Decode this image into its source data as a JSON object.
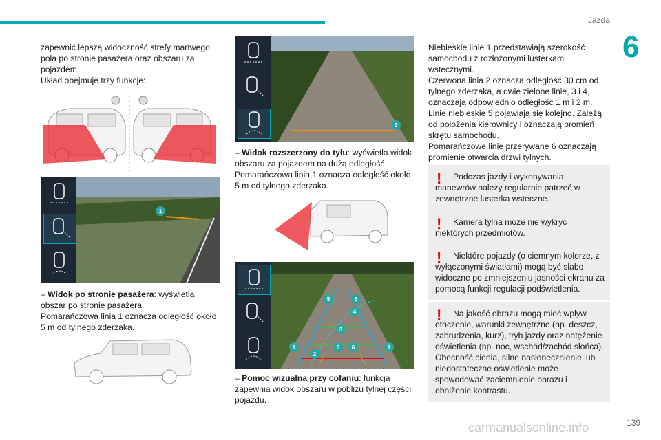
{
  "header": {
    "section": "Jazda",
    "chapter": "6",
    "page_number": "139"
  },
  "watermark": "carmanualsonline.info",
  "col1": {
    "intro": [
      "zapewnić lepszą widoczność strefy martwego pola po stronie pasażera oraz obszaru za pojazdem.",
      "Układ obejmuje trzy funkcje:"
    ],
    "passenger": {
      "dash": "–",
      "title": "Widok po stronie pasażera",
      "desc": ": wyświetla obszar po stronie pasażera.",
      "line": "Pomarańczowa linia 1 oznacza odległość około 5 m od tylnego zderzaka."
    },
    "badges": [
      "1"
    ]
  },
  "col2": {
    "extended": {
      "dash": "–",
      "title": "Widok rozszerzony do tyłu",
      "desc": ": wyświetla widok obszaru za pojazdem na dużą odległość.",
      "line": "Pomarańczowa linia 1 oznacza odległość około 5 m od tylnego zderzaka."
    },
    "reversing": {
      "dash": "–",
      "title": "Pomoc wizualna przy cofaniu",
      "desc": ": funkcja zapewnia widok obszaru w pobliżu tylnej części pojazdu."
    },
    "guide_labels": [
      "1",
      "2",
      "3",
      "4",
      "5",
      "6"
    ]
  },
  "col3": {
    "paragraph": [
      "Niebieskie linie 1 przedstawiają szerokość samochodu z rozłożonymi lusterkami wstecznymi.",
      "Czerwona linia 2 oznacza odległość 30 cm od tylnego zderzaka, a dwie zielone linie, 3 i 4, oznaczają odpowiednio odległość 1 m i 2 m.",
      "Linie niebieskie 5 pojawiają się kolejno. Zależą od położenia kierownicy i oznaczają promień skrętu samochodu.",
      "Pomarańczowe linie przerywane 6 oznaczają promienie otwarcia drzwi tylnych."
    ],
    "warnings": [
      "Podczas jazdy i wykonywania manewrów należy regularnie patrzeć w zewnętrzne lusterka wsteczne.",
      "Kamera tylna może nie wykryć niektórych przedmiotów.",
      "Niektóre pojazdy (o ciemnym kolorze, z wyłączonymi światłami) mogą być słabo widoczne po zmniejszeniu jasności ekranu za pomocą funkcji regulacji podświetlenia.",
      "Na jakość obrazu mogą mieć wpływ otoczenie, warunki zewnętrzne (np. deszcz, zabrudzenia, kurz), tryb jazdy oraz natężenie oświetlenia (np. noc, wschód/zachód słońca). Obecność cienia, silne nasłonecznienie lub niedostateczne oświetlenie może spowodować zaciemnienie obrazu i obniżenie kontrastu."
    ],
    "warn_symbol": "!"
  },
  "colors": {
    "accent": "#00a9ac",
    "warning": "#e30613",
    "zone": "#e8232a",
    "panel": "#1c2833"
  }
}
